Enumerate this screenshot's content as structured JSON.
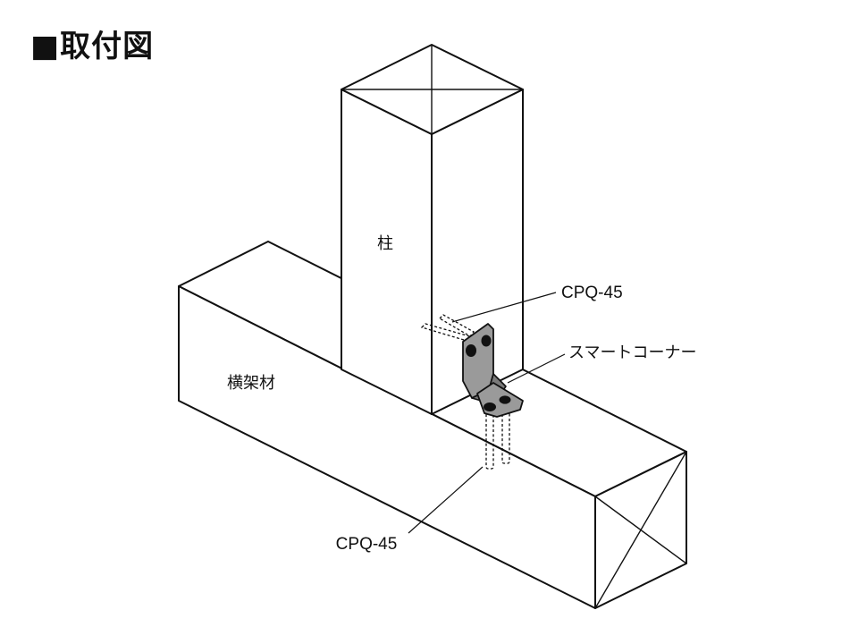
{
  "title": "■取付図",
  "labels": {
    "column": "柱",
    "beam": "横架材",
    "screw_upper": "CPQ-45",
    "bracket": "スマートコーナー",
    "screw_lower": "CPQ-45"
  },
  "colors": {
    "line": "#111111",
    "bracket_fill": "#9a9a9a",
    "bracket_shade": "#7a7a7a",
    "hole": "#111111",
    "background": "#ffffff"
  }
}
